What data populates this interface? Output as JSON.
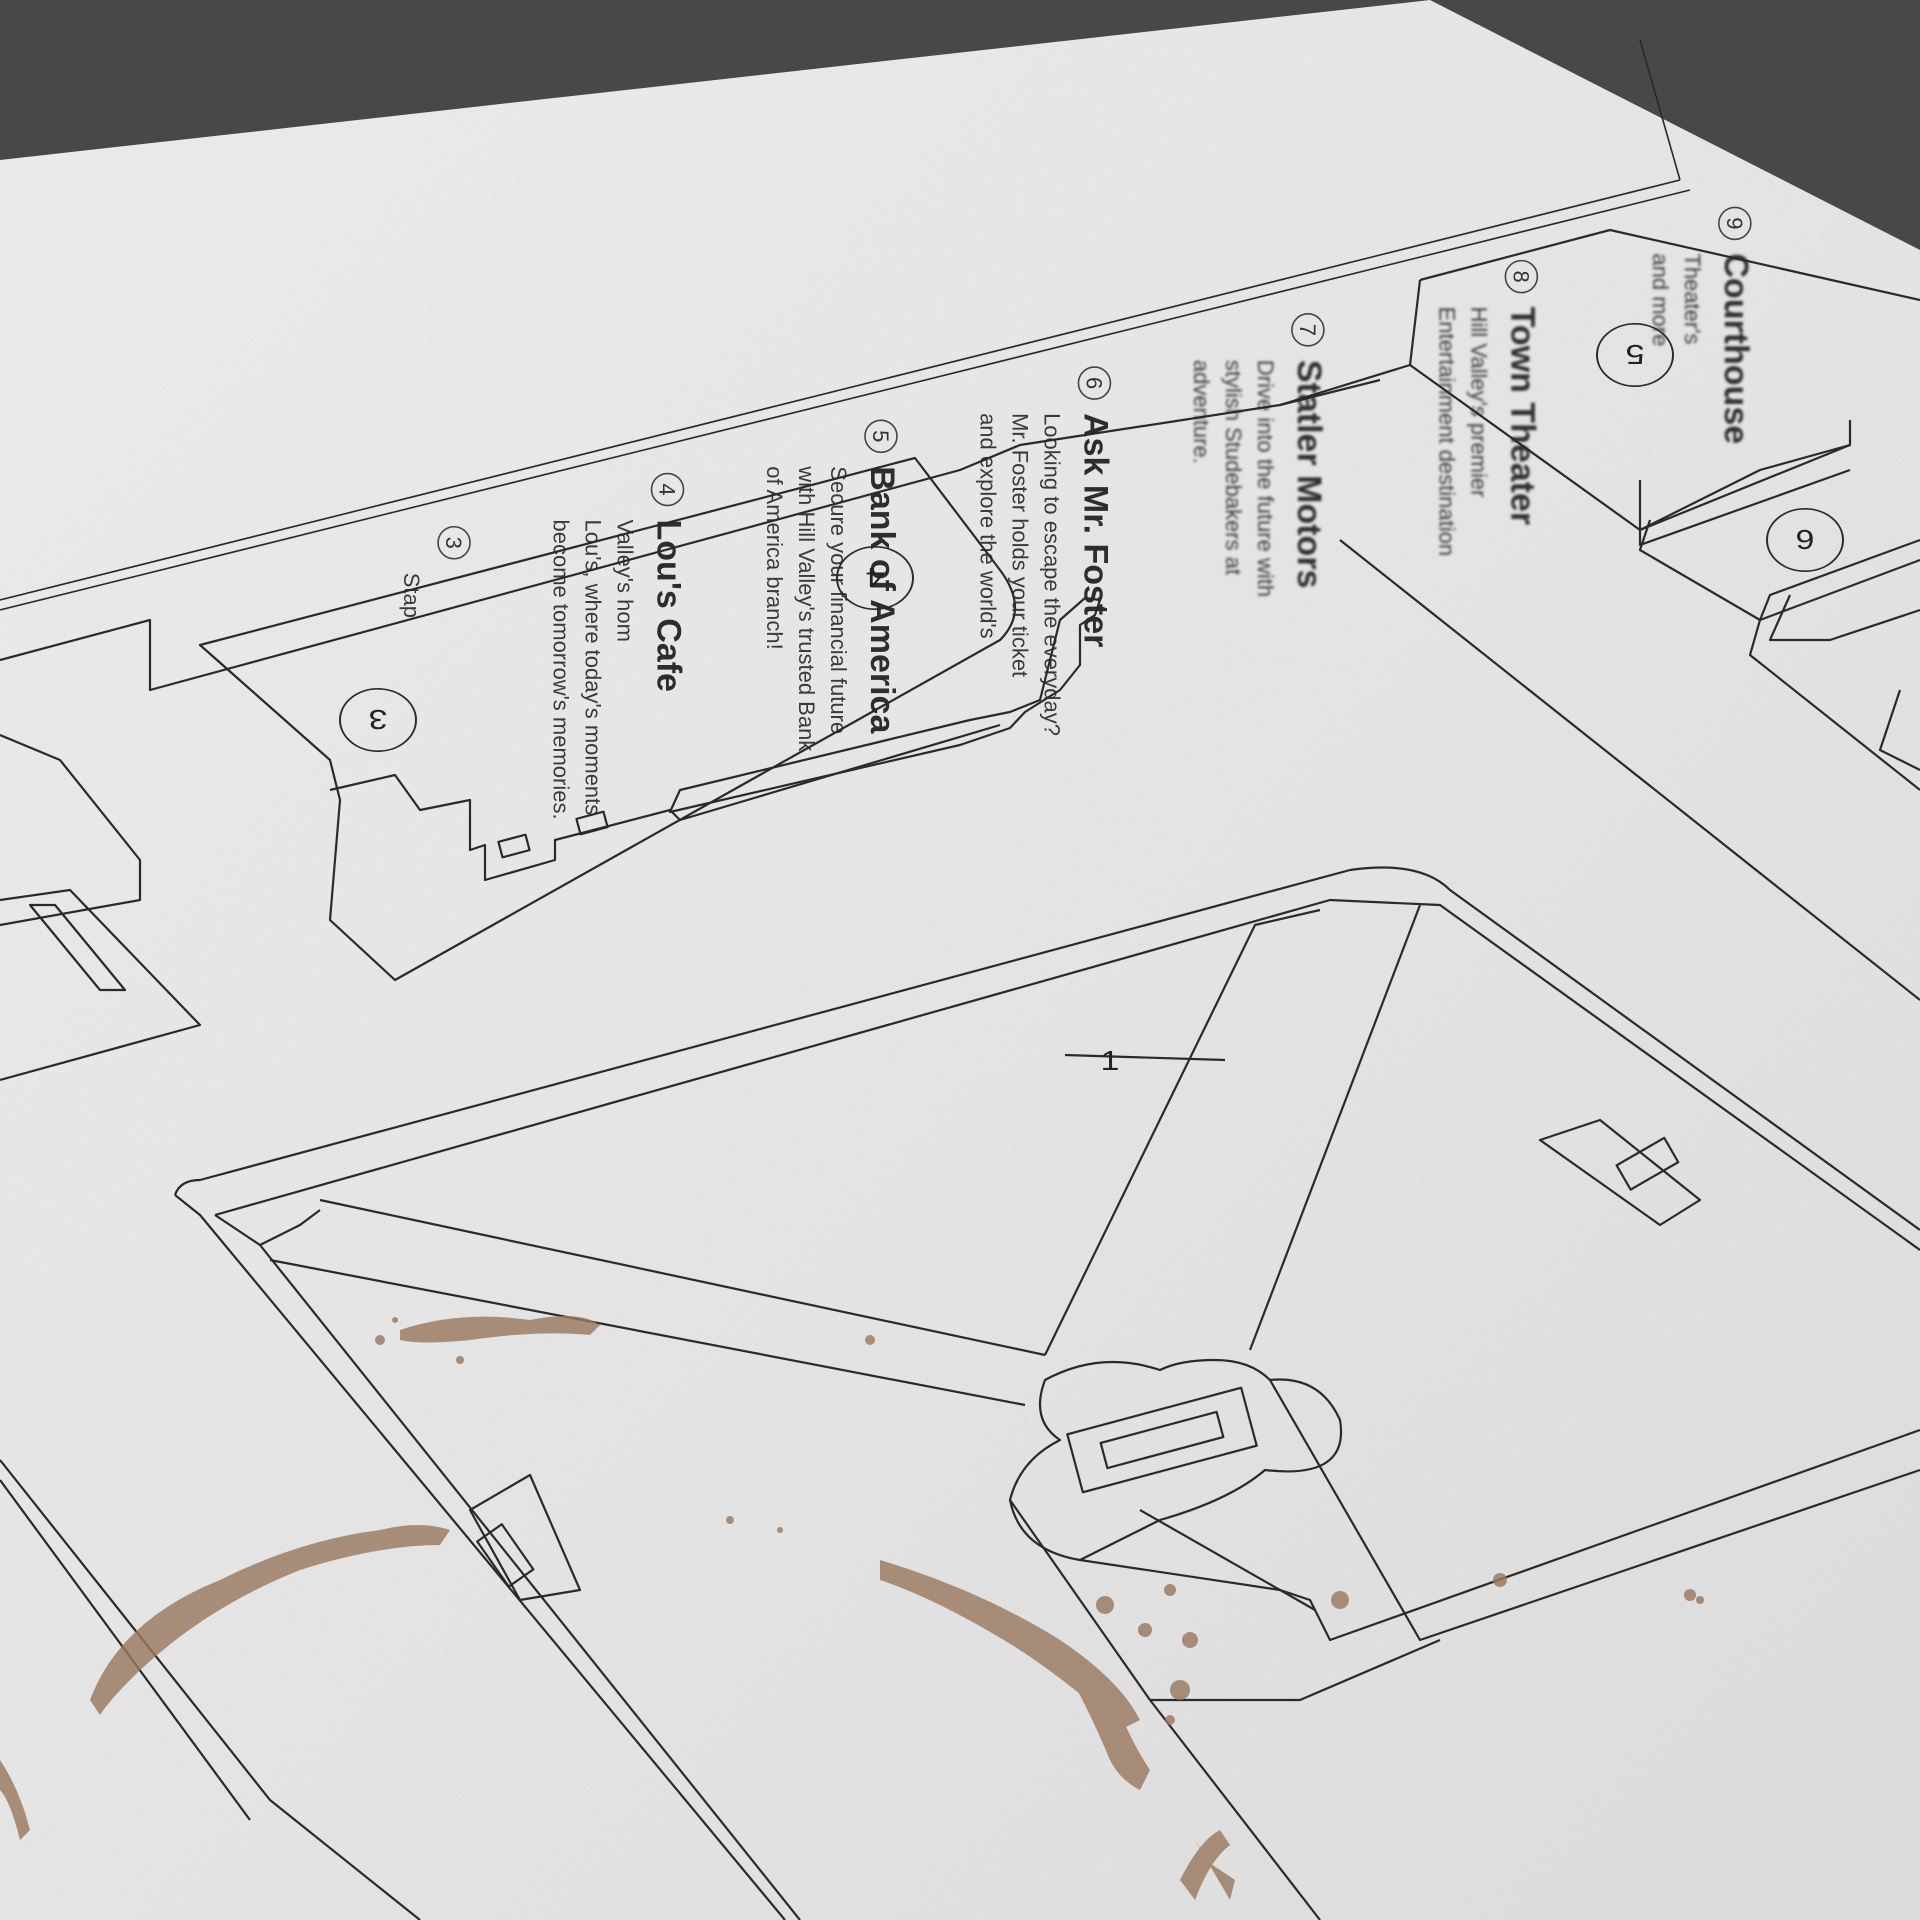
{
  "colors": {
    "table": "#4a4a4a",
    "paper": "#ebebeb",
    "ink": "#2a2a2a",
    "stain": "#9a7a60"
  },
  "legend": [
    {
      "num": "3",
      "title": "",
      "lines": [
        "Stap"
      ]
    },
    {
      "num": "4",
      "title": "Lou's Cafe",
      "lines": [
        "Valley's hom",
        "Lou's, where today's moments",
        "become tomorrow's memories."
      ]
    },
    {
      "num": "5",
      "title": "Bank of America",
      "lines": [
        "Secure your financial future",
        "with Hill Valley's trusted Bank",
        "of America branch!"
      ]
    },
    {
      "num": "6",
      "title": "Ask Mr. Foster",
      "lines": [
        "Looking to escape the everyday?",
        "Mr. Foster holds your ticket",
        "and explore the world's"
      ]
    },
    {
      "num": "7",
      "title": "Statler Motors",
      "lines": [
        "Drive into the future with",
        "stylish Studebakers at",
        "adventure."
      ]
    },
    {
      "num": "8",
      "title": "Town Theater",
      "lines": [
        "Hill Valley's premier",
        "Entertainment destination"
      ]
    },
    {
      "num": "9",
      "title": "Courthouse",
      "lines": [
        "Theater's",
        "and more"
      ]
    }
  ],
  "map_markers": [
    "1",
    "3",
    "4",
    "5",
    "6"
  ]
}
